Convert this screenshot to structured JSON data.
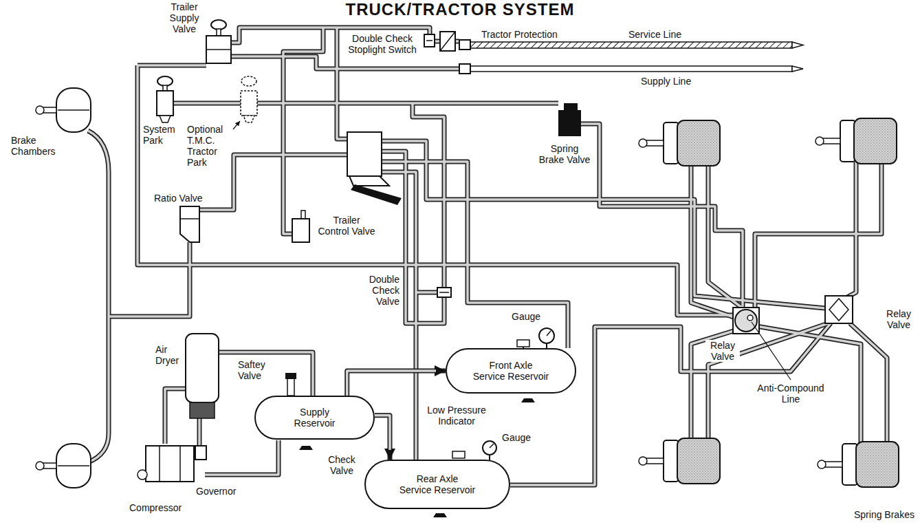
{
  "diagram": {
    "title": "TRUCK/TRACTOR SYSTEM",
    "nodes": [
      {
        "text": [
          "Front Axle Service Reservoir"
        ]
      },
      {
        "text": [
          "Supply Reservoir"
        ]
      },
      {
        "text": [
          "Rear Axle Service Reservoir"
        ]
      }
    ],
    "edges": [
      {
        "from": 1,
        "to": 0,
        "arrow": "to"
      },
      {
        "from": 1,
        "to": 2,
        "arrow": "to"
      }
    ],
    "labels": [
      "Trailer Supply Valve",
      "Double Check Stoplight Switch",
      "Tractor Protection",
      "Service Line",
      "Supply Line",
      "Brake Chambers",
      "System Park",
      "Optional T.M.C. Tractor Park",
      "Spring Brake Valve",
      "Ratio Valve",
      "Trailer Control Valve",
      "Double Check Valve",
      "Gauge",
      "Air Dryer",
      "Saftey Valve",
      "Relay Valve",
      "Relay Valve",
      "Anti-Compound Line",
      "Low Pressure Indicator",
      "Gauge",
      "Check Valve",
      "Governor",
      "Compressor",
      "Spring Brakes"
    ]
  }
}
